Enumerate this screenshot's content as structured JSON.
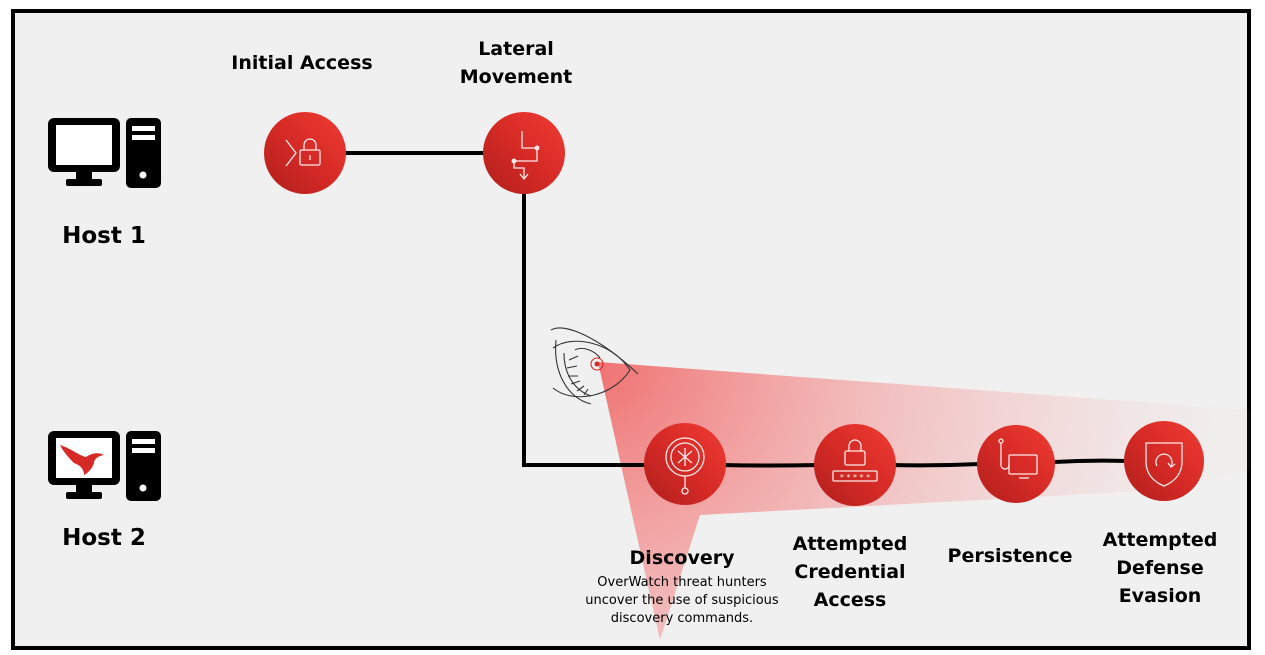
{
  "colors": {
    "accent": "#e8302a",
    "accent_dark": "#b41f1c",
    "line": "#000000",
    "background": "#f0f0f0"
  },
  "hosts": [
    {
      "label": "Host 1",
      "icon": "computer-icon"
    },
    {
      "label": "Host 2",
      "icon": "falcon-computer-icon"
    }
  ],
  "stages": [
    {
      "label": "Initial Access",
      "icon": "lock-arrow-icon"
    },
    {
      "label": "Lateral\nMovement",
      "icon": "network-path-icon"
    },
    {
      "label": "Discovery",
      "icon": "magnifier-icon",
      "description": "OverWatch threat hunters uncover the use of suspicious discovery commands."
    },
    {
      "label": "Attempted\nCredential\nAccess",
      "icon": "password-lock-icon"
    },
    {
      "label": "Persistence",
      "icon": "hook-monitor-icon"
    },
    {
      "label": "Attempted\nDefense\nEvasion",
      "icon": "shield-icon"
    }
  ],
  "overwatch": {
    "icon": "eye-icon"
  }
}
